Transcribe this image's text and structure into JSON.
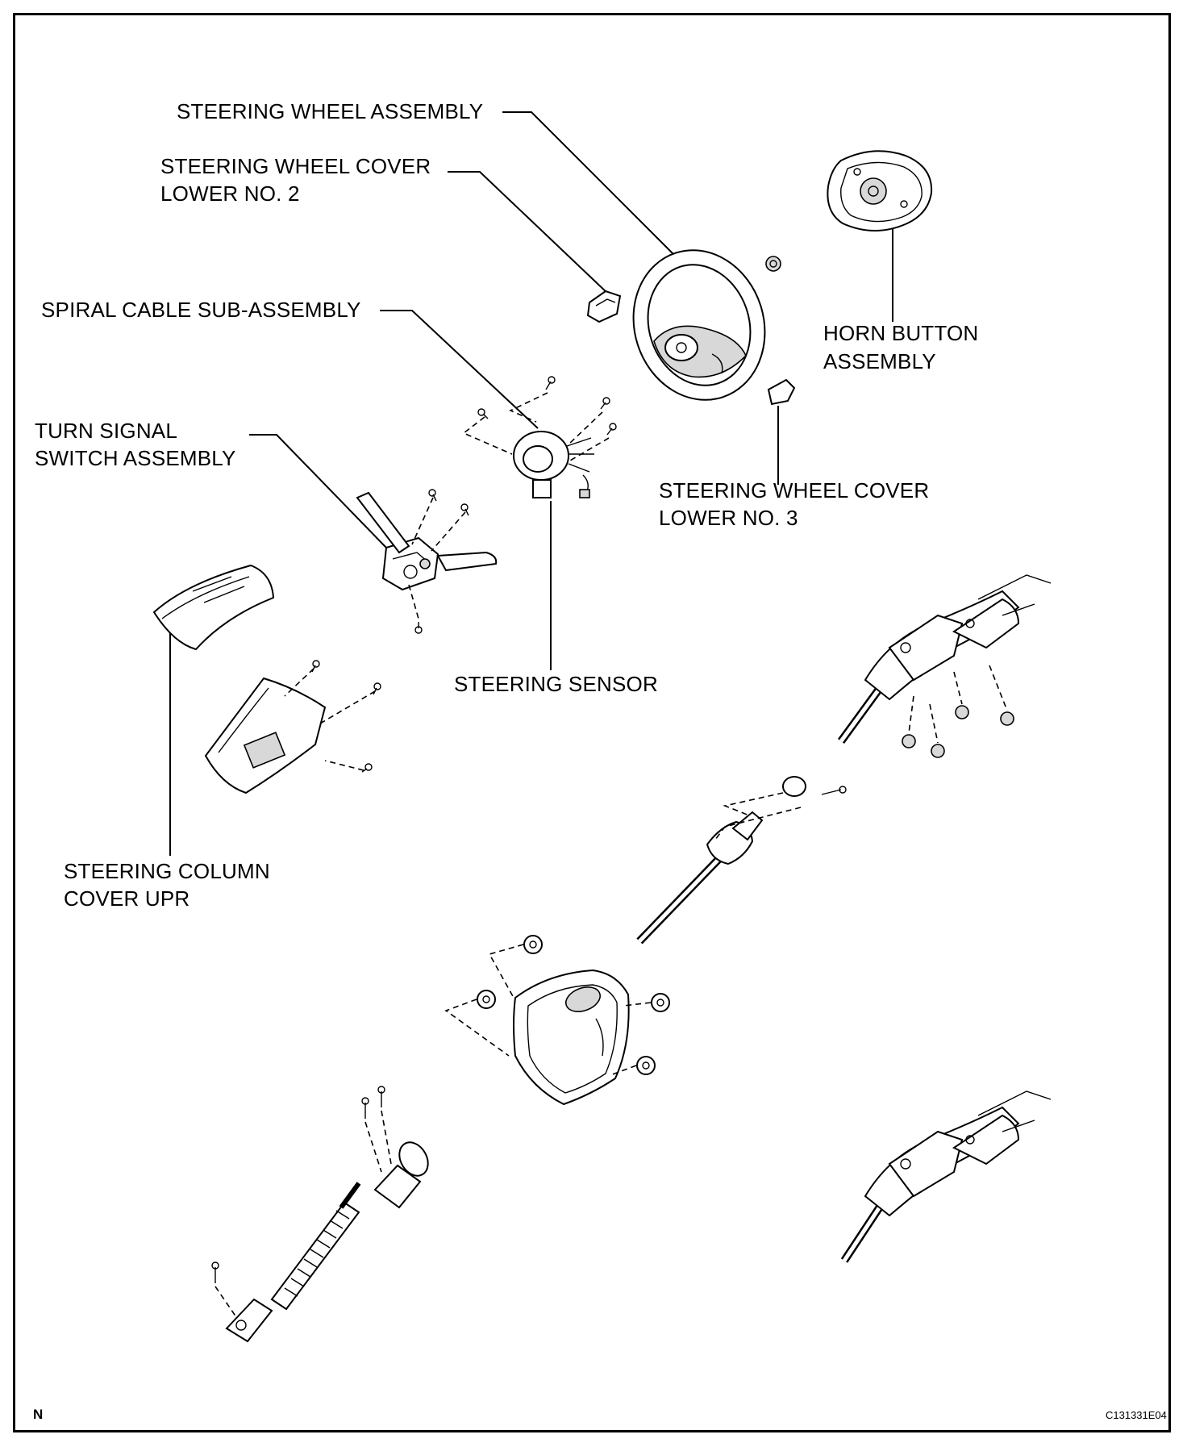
{
  "labels": {
    "steering_wheel_assembly": "STEERING WHEEL ASSEMBLY",
    "steering_wheel_cover_lower_no2": [
      "STEERING WHEEL COVER",
      "LOWER NO. 2"
    ],
    "spiral_cable": "SPIRAL CABLE SUB-ASSEMBLY",
    "horn_button": [
      "HORN BUTTON",
      "ASSEMBLY"
    ],
    "turn_signal_switch": [
      "TURN SIGNAL",
      "SWITCH ASSEMBLY"
    ],
    "steering_wheel_cover_lower_no3": [
      "STEERING WHEEL COVER",
      "LOWER NO. 3"
    ],
    "steering_sensor": "STEERING SENSOR",
    "steering_column_cover_upr": [
      "STEERING COLUMN",
      "COVER UPR"
    ]
  },
  "corner": {
    "left": "N",
    "right": "C131331E04"
  }
}
